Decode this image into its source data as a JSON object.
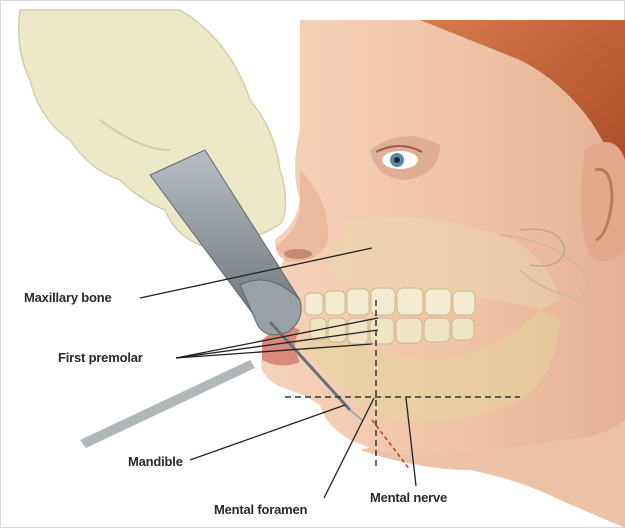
{
  "labels": {
    "maxillary_bone": "Maxillary bone",
    "first_premolar": "First premolar",
    "mandible": "Mandible",
    "mental_foramen": "Mental foramen",
    "mental_nerve": "Mental nerve"
  },
  "colors": {
    "skin": "#f2c9ae",
    "skin_shadow": "#dfa88d",
    "hair": "#c8613a",
    "glove": "#ece9c9",
    "syringe": "#8d9499",
    "bone": "#e9dcb0",
    "nerve_marker": "#c0392b",
    "leader_line": "#222222"
  },
  "icons": {
    "syringe": "dental-syringe-icon",
    "glove": "gloved-hand-icon",
    "eye": "eye-icon",
    "ear": "ear-icon"
  }
}
